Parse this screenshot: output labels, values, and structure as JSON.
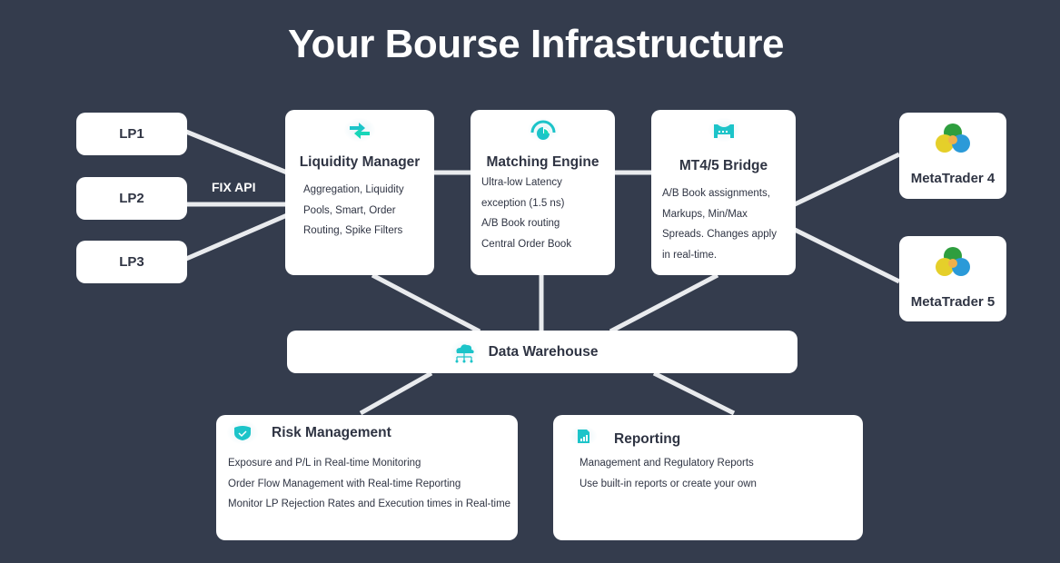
{
  "title": "Your Bourse Infrastructure",
  "colors": {
    "background": "#343c4d",
    "card": "#ffffff",
    "text": "#2f3443",
    "accent": "#1cc4c9",
    "connector": "#e9ebee"
  },
  "liquidity_providers": [
    {
      "label": "LP1"
    },
    {
      "label": "LP2"
    },
    {
      "label": "LP3"
    }
  ],
  "fix_api_label": "FIX API",
  "components": {
    "liquidity_manager": {
      "icon": "arrows-exchange-icon",
      "title": "Liquidity Manager",
      "lines": [
        "Aggregation, Liquidity",
        "Pools, Smart, Order",
        "Routing, Spike Filters"
      ]
    },
    "matching_engine": {
      "icon": "speedometer-icon",
      "title": "Matching Engine",
      "lines": [
        "Ultra-low Latency",
        "exception (1.5 ns)",
        "A/B Book routing",
        "Central Order Book"
      ]
    },
    "bridge": {
      "icon": "bridge-icon",
      "title": "MT4/5 Bridge",
      "lines": [
        "A/B Book assignments,",
        "Markups, Min/Max",
        "Spreads. Changes apply",
        "in real-time."
      ]
    }
  },
  "platforms": [
    {
      "icon": "metatrader-logo-icon",
      "label": "MetaTrader 4"
    },
    {
      "icon": "metatrader-logo-icon",
      "label": "MetaTrader 5"
    }
  ],
  "data_warehouse": {
    "icon": "cloud-network-icon",
    "title": "Data Warehouse"
  },
  "risk_management": {
    "icon": "shield-check-icon",
    "title": "Risk Management",
    "lines": [
      "Exposure  and P/L in Real-time Monitoring",
      "Order Flow Management with Real-time Reporting",
      "Monitor LP Rejection Rates and Execution times in Real-time"
    ]
  },
  "reporting": {
    "icon": "report-chart-icon",
    "title": "Reporting",
    "lines": [
      "Management and Regulatory Reports",
      "Use built-in reports or create your own"
    ]
  }
}
